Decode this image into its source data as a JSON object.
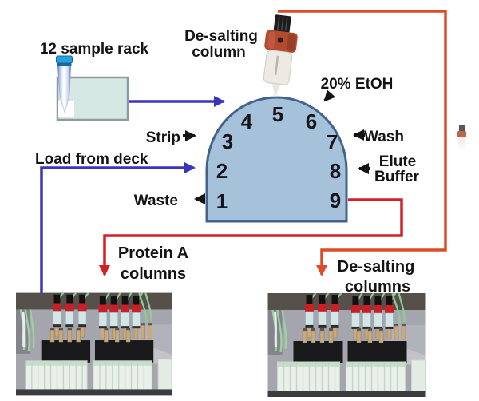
{
  "diagram": {
    "sample_rack_label": "12 sample rack",
    "desalting_column_top": {
      "line1": "De-salting",
      "line2": "column"
    },
    "etoh_label": "20% EtOH",
    "strip_label": "Strip",
    "load_label": "Load from deck",
    "waste_label": "Waste",
    "wash_label": "Wash",
    "elute_buffer": {
      "line1": "Elute",
      "line2": "Buffer"
    },
    "protein_a": {
      "line1": "Protein A",
      "line2": "columns"
    },
    "desalting_columns_bottom": {
      "line1": "De-salting",
      "line2": "columns"
    },
    "valve_positions": [
      "1",
      "2",
      "3",
      "4",
      "5",
      "6",
      "7",
      "8",
      "9"
    ]
  },
  "colors": {
    "flow_blue": "#3b34bf",
    "flow_red": "#d32027",
    "flow_orange": "#dd4c26",
    "arrow_black": "#141414",
    "valve_fill": "#a6c2db",
    "valve_border": "#44628b",
    "rack_fill": "#d5e8e4",
    "column_collar_red": "#b24b30"
  }
}
